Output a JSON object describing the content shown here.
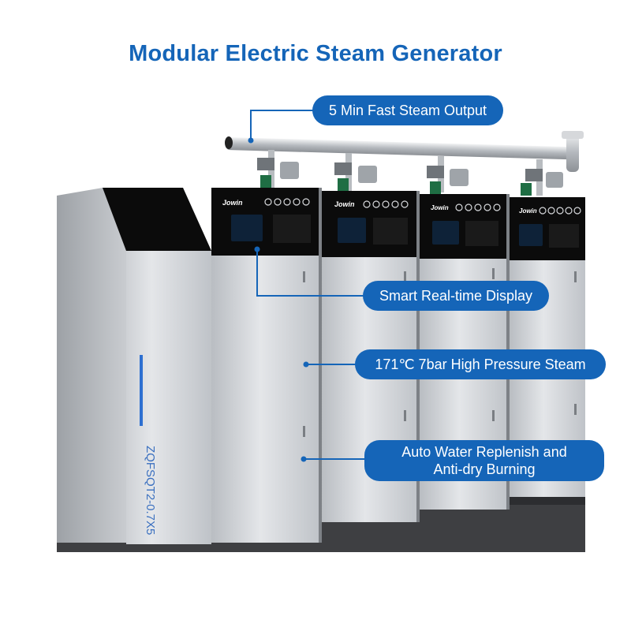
{
  "title": "Modular Electric Steam Generator",
  "callouts": {
    "steam_output": "5 Min Fast Steam Output",
    "display": "Smart Real-time Display",
    "pressure": "171℃ 7bar High Pressure Steam",
    "water_line1": "Auto Water Replenish and",
    "water_line2": "Anti-dry Burning"
  },
  "product": {
    "brand": "Jowin",
    "model": "ZQFSQT2-0.7X5"
  },
  "colors": {
    "accent": "#1565b8",
    "panel": "#0b0b0b",
    "steel": "#c9ccd0"
  }
}
